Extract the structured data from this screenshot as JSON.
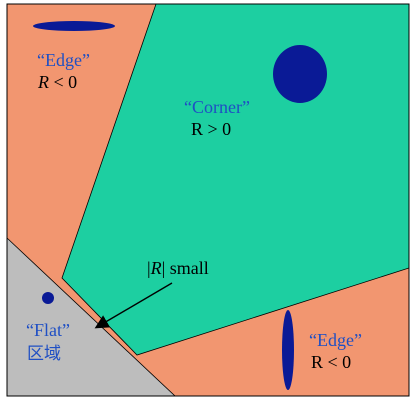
{
  "diagram": {
    "colors": {
      "edge_region": "#F29670",
      "corner_region": "#1DCFA1",
      "flat_region": "#BDBDBD",
      "ellipse_fill": "#0A1A96",
      "label_blue": "#1F4FC4",
      "border": "#000000"
    },
    "regions": {
      "edge_top_left": {
        "quote_label": "“Edge”",
        "cond_symbol": "R",
        "cond_rest": " < 0"
      },
      "corner": {
        "quote_label": "“Corner”",
        "cond_text": "R > 0"
      },
      "edge_bottom_right": {
        "quote_label": "“Edge”",
        "cond_text": "R < 0"
      },
      "flat": {
        "quote_label": "“Flat”",
        "sub_label": "区域"
      }
    },
    "annotation": {
      "bar_left": "|",
      "symbol": "R",
      "bar_right": "|",
      "suffix": " small"
    }
  }
}
